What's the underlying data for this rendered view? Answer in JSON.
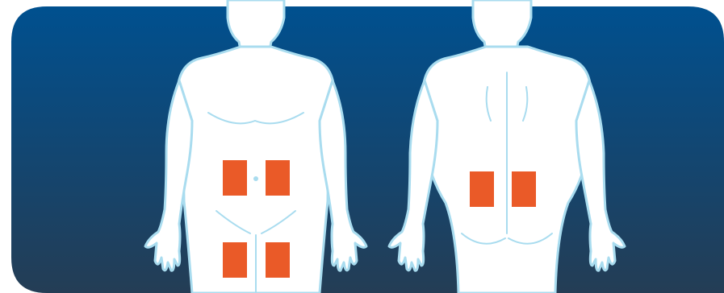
{
  "illustration": {
    "subject": "body-site-map",
    "colors": {
      "background_top": "#00508f",
      "background_bottom": "#243d55",
      "body_fill": "#ffffff",
      "body_outline": "#a9dcef",
      "site_marker": "#ea5a28"
    },
    "figures": [
      {
        "view": "front",
        "sites": [
          "abdomen-left",
          "abdomen-right",
          "upper-thigh-left",
          "upper-thigh-right"
        ]
      },
      {
        "view": "back",
        "sites": [
          "lower-back-left",
          "lower-back-right"
        ]
      }
    ]
  }
}
